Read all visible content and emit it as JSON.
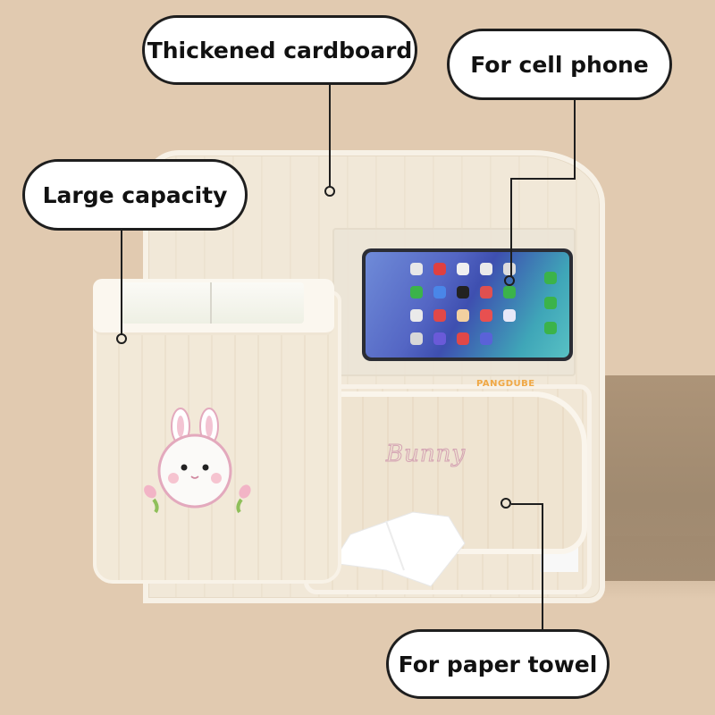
{
  "image": {
    "background_color": "#e1cab0",
    "shadow_color": "#a48c72",
    "product_color": "#f2e9d8"
  },
  "callouts": [
    {
      "id": "thickened-cardboard",
      "label": "Thickened cardboard"
    },
    {
      "id": "cell-phone",
      "label": "For cell phone"
    },
    {
      "id": "large-capacity",
      "label": "Large capacity"
    },
    {
      "id": "paper-towel",
      "label": "For paper towel"
    }
  ],
  "product": {
    "brand_text": "PANGDUBE",
    "embroidery_text": "Bunny",
    "brand_color": "#f0a845",
    "embroidery_color": "#d4a3b3"
  }
}
